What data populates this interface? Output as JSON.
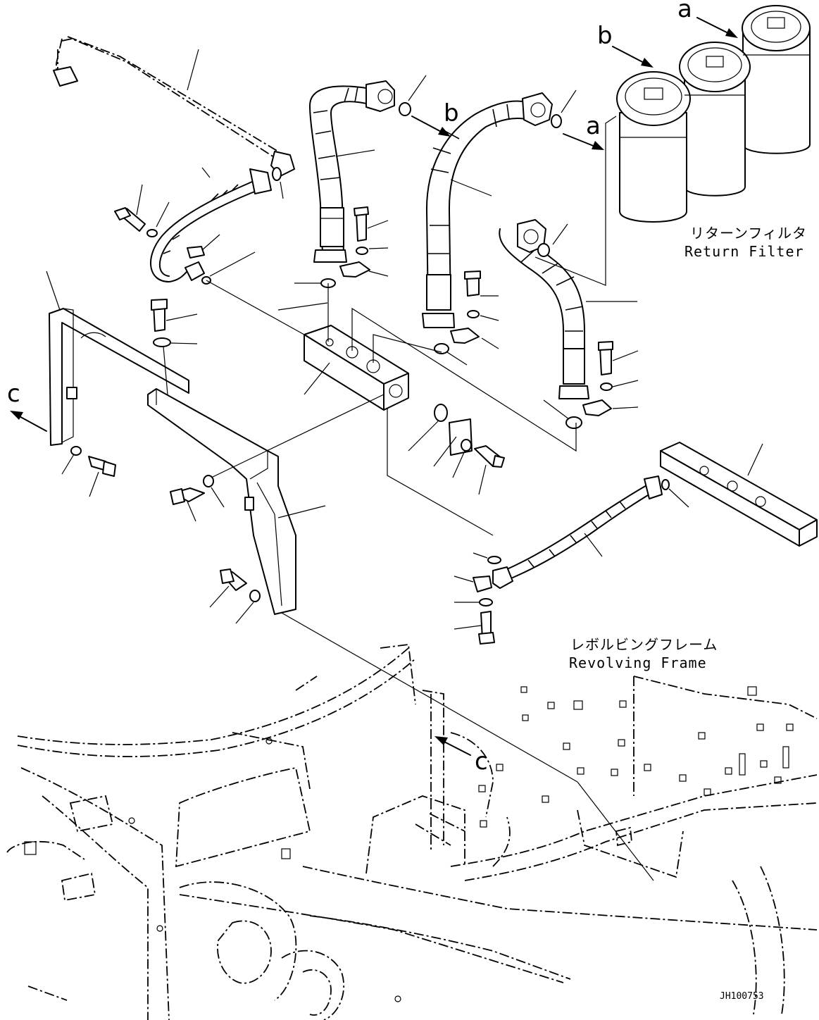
{
  "labels": {
    "return_filter_jp": "リターンフィルタ",
    "return_filter_en": "Return Filter",
    "revolving_frame_jp": "レボルビングフレーム",
    "revolving_frame_en": "Revolving Frame",
    "drawing_code": "JH100753"
  },
  "view_markers": {
    "a": "a",
    "b": "b",
    "c": "c"
  }
}
